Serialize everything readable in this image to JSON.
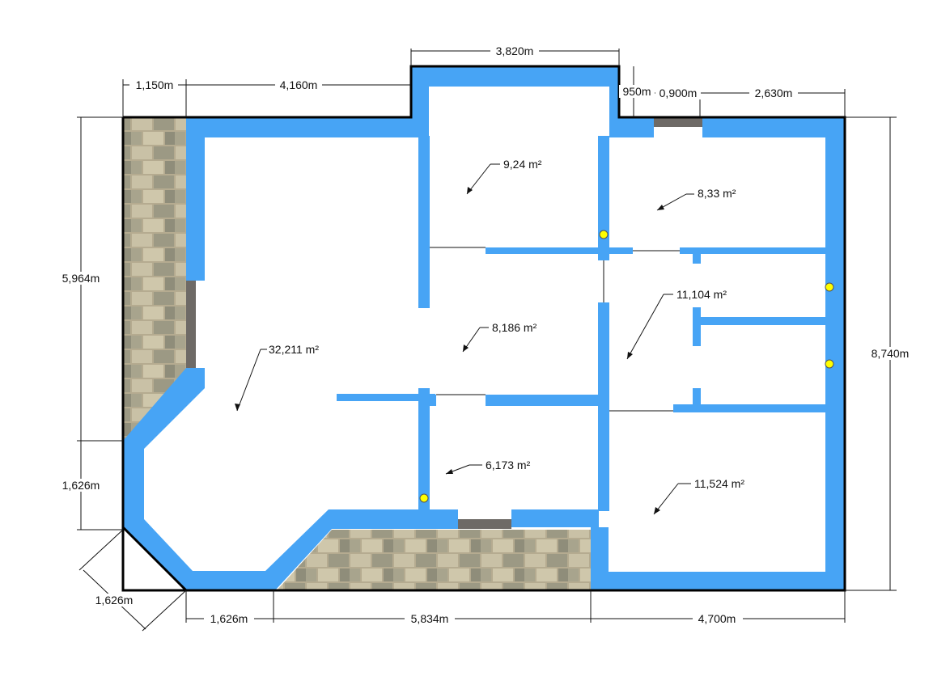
{
  "colors": {
    "wall": "#47a4f5",
    "outline": "#000000",
    "floor": "#ffffff",
    "door_gray": "#6e6a66",
    "light": "#ffff00",
    "paving_base": "#b7ad92"
  },
  "dimensions": {
    "top_left_1": "1,150m",
    "top_left_2": "4,160m",
    "top_bump": "3,820m",
    "bump_height": "950m",
    "top_right_1": "0,900m",
    "top_right_2": "2,630m",
    "left_upper": "5,964m",
    "left_lower": "1,626m",
    "diagonal": "1,626m",
    "right_total": "8,740m",
    "bottom_1": "1,626m",
    "bottom_2": "5,834m",
    "bottom_3": "4,700m"
  },
  "rooms": {
    "living": "32,211 m²",
    "top_center": "9,24 m²",
    "top_right": "8,33 m²",
    "middle_center": "8,186 m²",
    "middle_right": "11,104 m²",
    "bottom_center": "6,173 m²",
    "bottom_right": "11,524 m²"
  }
}
